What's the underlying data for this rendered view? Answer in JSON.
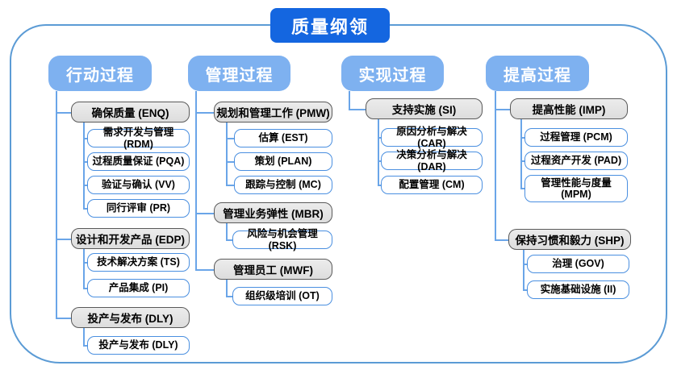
{
  "title": "质量纲领",
  "colors": {
    "title_bg": "#1466e0",
    "column_header_bg": "#7eb1f0",
    "connector_line": "#6aa5e8",
    "frame_border": "#5b9bd5",
    "group_box_fill": "#e3e3e3",
    "group_box_border": "#595959",
    "leaf_box_border": "#4a8fe0"
  },
  "columns": [
    {
      "header": "行动过程",
      "groups": [
        {
          "label": "确保质量 (ENQ)",
          "children": [
            "需求开发与管理 (RDM)",
            "过程质量保证 (PQA)",
            "验证与确认 (VV)",
            "同行评审 (PR)"
          ]
        },
        {
          "label": "设计和开发产品 (EDP)",
          "children": [
            "技术解决方案 (TS)",
            "产品集成 (PI)"
          ]
        },
        {
          "label": "投产与发布 (DLY)",
          "children": [
            "投产与发布 (DLY)"
          ]
        }
      ]
    },
    {
      "header": "管理过程",
      "groups": [
        {
          "label": "规划和管理工作 (PMW)",
          "children": [
            "估算 (EST)",
            "策划 (PLAN)",
            "跟踪与控制 (MC)"
          ]
        },
        {
          "label": "管理业务弹性 (MBR)",
          "children": [
            "风险与机会管理 (RSK)"
          ]
        },
        {
          "label": "管理员工 (MWF)",
          "children": [
            "组织级培训 (OT)"
          ]
        }
      ]
    },
    {
      "header": "实现过程",
      "groups": [
        {
          "label": "支持实施 (SI)",
          "children": [
            "原因分析与解决 (CAR)",
            "决策分析与解决 (DAR)",
            "配置管理 (CM)"
          ]
        }
      ]
    },
    {
      "header": "提高过程",
      "groups": [
        {
          "label": "提高性能 (IMP)",
          "children": [
            "过程管理 (PCM)",
            "过程资产开发 (PAD)",
            "管理性能与度量 (MPM)"
          ]
        },
        {
          "label": "保持习惯和毅力 (SHP)",
          "children": [
            "治理 (GOV)",
            "实施基础设施 (II)"
          ]
        }
      ]
    }
  ]
}
